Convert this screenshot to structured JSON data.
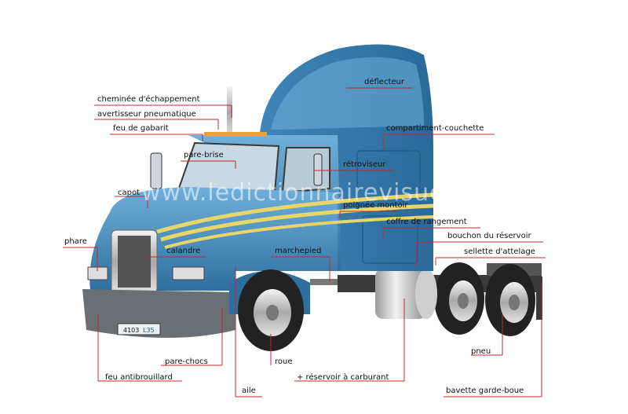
{
  "labels": {
    "deflecteur": "déflecteur",
    "cheminee": "cheminée d'échappement",
    "avertisseur": "avertisseur pneumatique",
    "feu_gabarit": "feu de gabarit",
    "compartiment": "compartiment-couchette",
    "pare_brise": "pare-brise",
    "retroviseur": "rétroviseur",
    "capot": "capot",
    "poignee": "poignée montoir",
    "coffre": "coffre de rangement",
    "phare": "phare",
    "calandre": "calandre",
    "marchepied": "marchepied",
    "bouchon": "bouchon du réservoir",
    "sellette": "sellette d'attelage",
    "pneu": "pneu",
    "pare_chocs": "pare-chocs",
    "roue": "roue",
    "feu_antibrouillard": "feu antibrouillard",
    "aile": "aile",
    "reservoir": "+ réservoir à carburant",
    "bavette": "bavette garde-boue"
  },
  "watermark": "www.ledictionnairevisuel.com",
  "plate": {
    "left": "4103",
    "right": "L35"
  },
  "colors": {
    "cab": "#4a8fbf",
    "stripe": "#e8d66a",
    "leader": "#c0282d"
  }
}
